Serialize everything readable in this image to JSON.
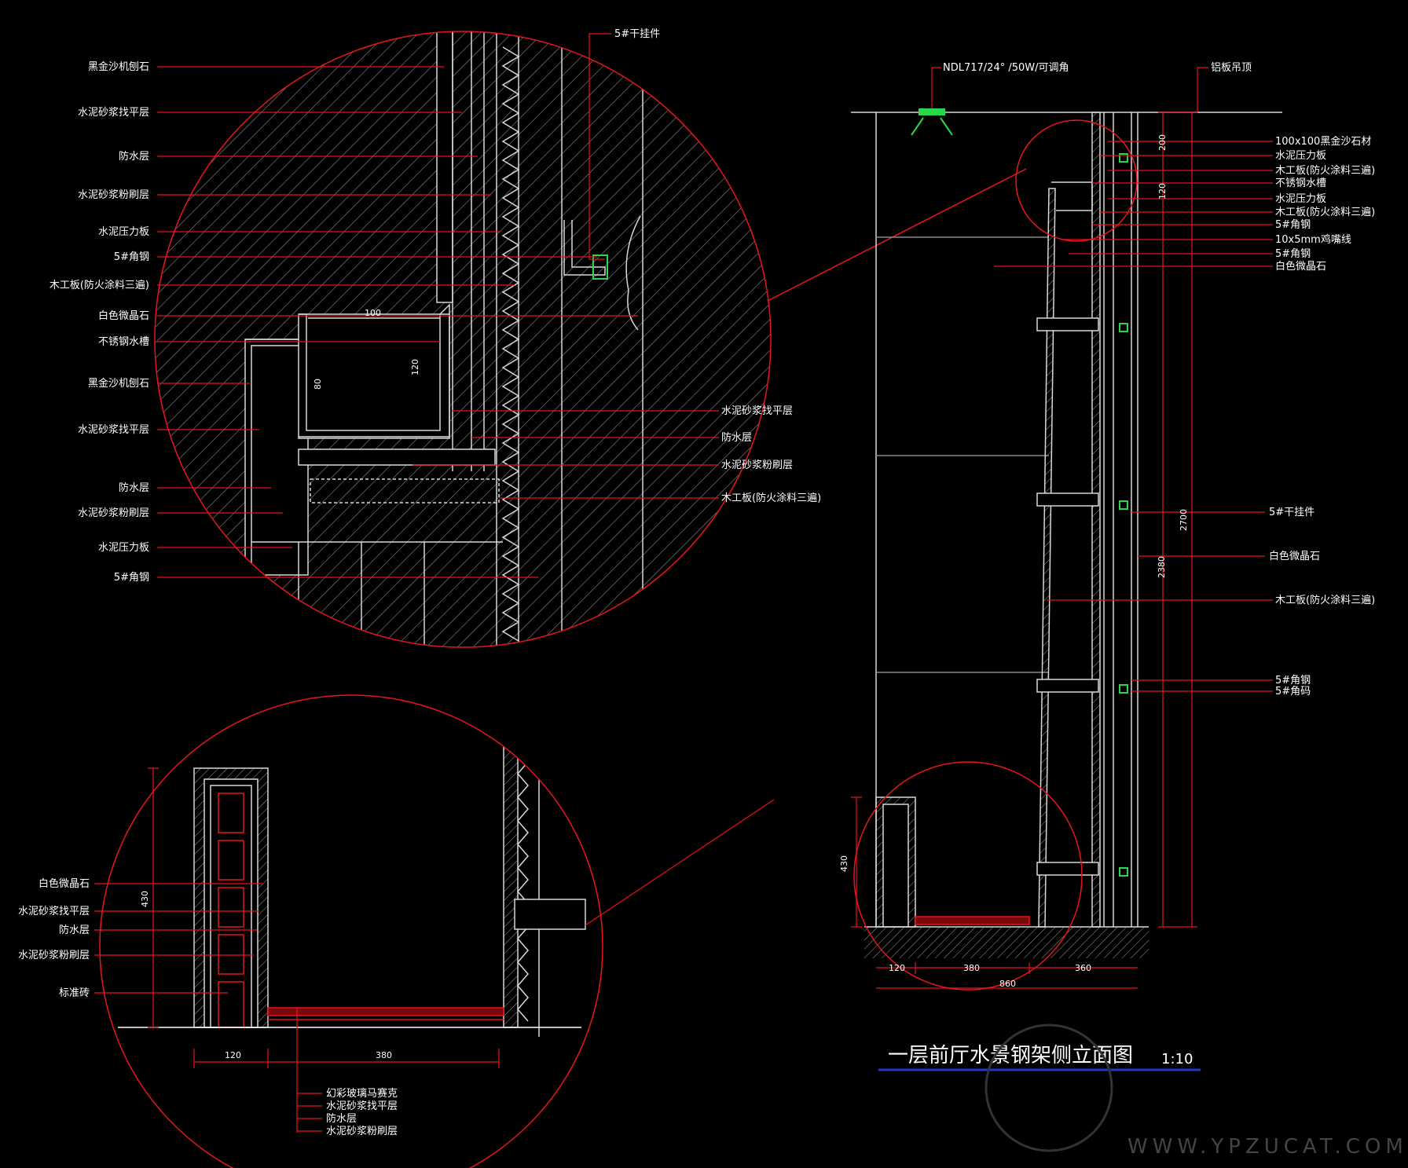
{
  "drawing": {
    "title": "一层前厅水景钢架侧立面图",
    "scale": "1:10",
    "watermark_url": "WWW.YPZUCAT.COM",
    "colors": {
      "background": "#000000",
      "leader": "#e8141e",
      "outline": "#ffffff",
      "hatch": "#8a8a8a",
      "green": "#28d74a",
      "title_underline": "#2238c8"
    }
  },
  "detail_top_left": {
    "left_labels": [
      "黑金沙机刨石",
      "水泥砂浆找平层",
      "防水层",
      "水泥砂浆粉刷层",
      "水泥压力板",
      "5#角钢",
      "木工板(防火涂料三遍)",
      "白色微晶石",
      "不锈钢水槽",
      "黑金沙机刨石",
      "水泥砂浆找平层",
      "防水层",
      "水泥砂浆粉刷层",
      "水泥压力板",
      "5#角钢"
    ],
    "right_labels": [
      "水泥砂浆找平层",
      "防水层",
      "水泥砂浆粉刷层",
      "木工板(防火涂料三遍)"
    ],
    "top_label": "5#干挂件",
    "dims": [
      "100",
      "120",
      "80"
    ]
  },
  "detail_bottom_left": {
    "left_labels": [
      "白色微晶石",
      "水泥砂浆找平层",
      "防水层",
      "水泥砂浆粉刷层",
      "标准砖"
    ],
    "bottom_labels": [
      "幻彩玻璃马赛克",
      "水泥砂浆找平层",
      "防水层",
      "水泥砂浆粉刷层"
    ],
    "dims": [
      "430",
      "120",
      "380"
    ]
  },
  "elevation": {
    "top_labels": [
      "NDL717/24° /50W/可调角",
      "铝板吊顶"
    ],
    "right_labels": [
      "100x100黑金沙石材",
      "水泥压力板",
      "木工板(防火涂料三遍)",
      "不锈钢水槽",
      "水泥压力板",
      "木工板(防火涂料三遍)",
      "5#角钢",
      "10x5mm鸡嘴线",
      "5#角钢",
      "白色微晶石",
      "5#干挂件",
      "白色微晶石",
      "木工板(防火涂料三遍)",
      "5#角钢",
      "5#角码"
    ],
    "vertical_dims": [
      "200",
      "120",
      "2700",
      "2380",
      "430"
    ],
    "bottom_dims": [
      "120",
      "380",
      "360",
      "860"
    ]
  }
}
